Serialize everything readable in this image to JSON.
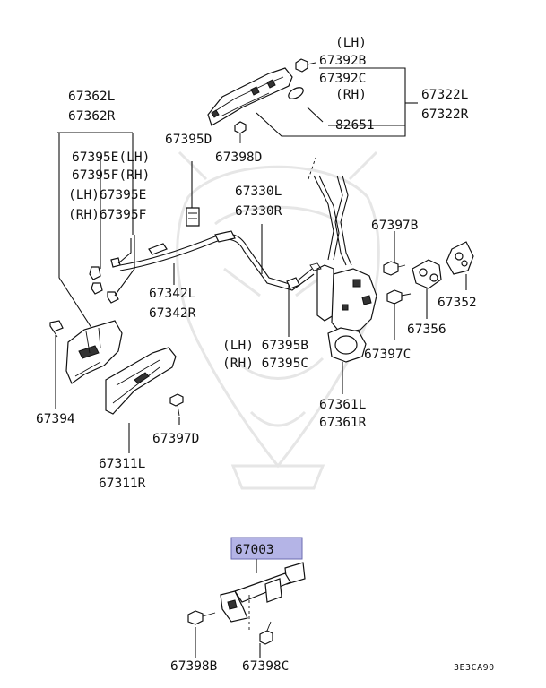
{
  "labels": {
    "lh_1": "(LH)",
    "p67392b": "67392B",
    "p67392c": "67392C",
    "rh_1": "(RH)",
    "p82651": "82651",
    "p67322l": "67322L",
    "p67322r": "67322R",
    "p67362l": "67362L",
    "p67362r": "67362R",
    "p67395d": "67395D",
    "p67398d": "67398D",
    "p67395e_lh": "67395E(LH)",
    "p67395f_rh": "67395F(RH)",
    "lh_67395e": "(LH)67395E",
    "rh_67395f": "(RH)67395F",
    "p67330l": "67330L",
    "p67330r": "67330R",
    "p67397b": "67397B",
    "p67352": "67352",
    "p67342l": "67342L",
    "p67342r": "67342R",
    "p67356": "67356",
    "lh_67395b": "(LH) 67395B",
    "rh_67395c": "(RH) 67395C",
    "p67397c": "67397C",
    "p67394": "67394",
    "p67361l": "67361L",
    "p67361r": "67361R",
    "p67397d": "67397D",
    "p67311l": "67311L",
    "p67311r": "67311R",
    "p67003": "67003",
    "p67398b": "67398B",
    "p67398c": "67398C",
    "diagram_code": "3E3CA90"
  },
  "colors": {
    "highlight_box": "#b4b4e6",
    "highlight_border": "#6b6bb0",
    "line": "#111111",
    "watermark": "#e6e6e6"
  }
}
